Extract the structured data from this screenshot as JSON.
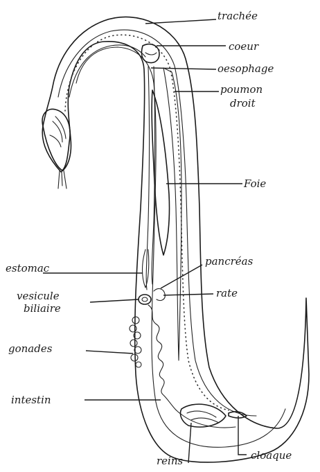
{
  "labels": {
    "trachee": "trachée",
    "coeur": "coeur",
    "oesophage": "oesophage",
    "poumon": "poumon",
    "droit": "droit",
    "foie": "Foie",
    "pancreas": "pancréas",
    "rate": "rate",
    "estomac": "estomac",
    "vesicule": "vesicule",
    "biliaire": "biliaire",
    "gonades": "gonades",
    "intestin": "intestin",
    "reins": "reins",
    "cloaque": "cloaque"
  }
}
